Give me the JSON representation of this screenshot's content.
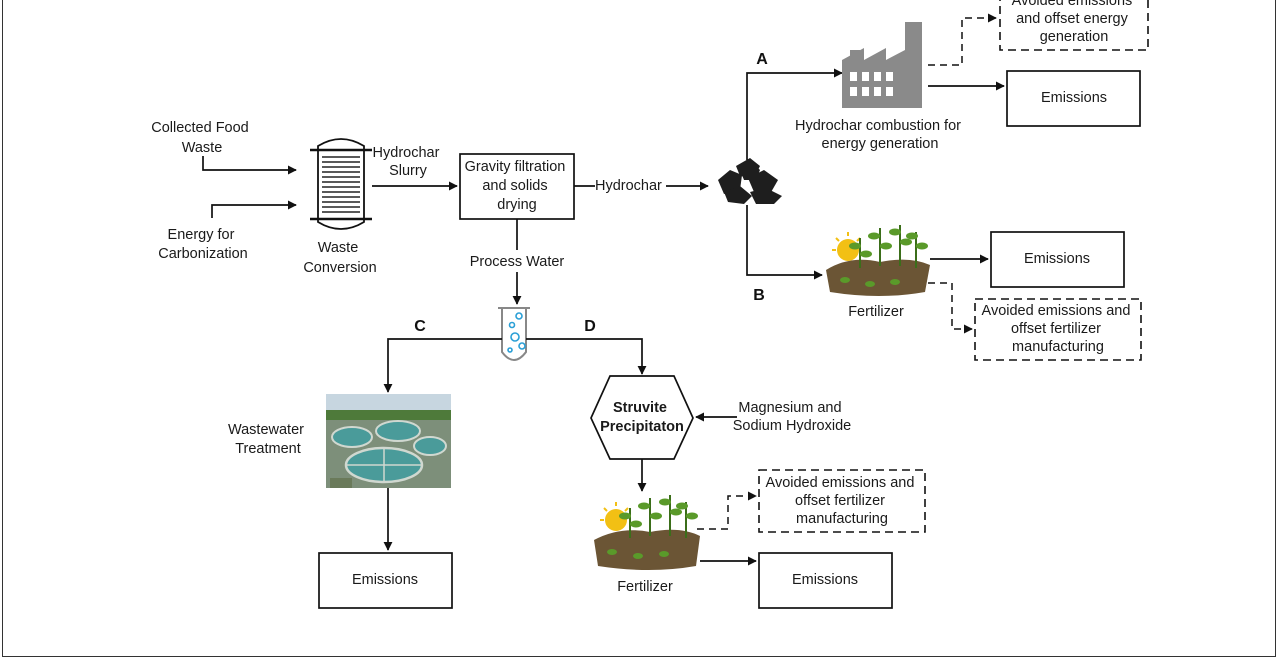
{
  "inputs": {
    "food_waste": [
      "Collected Food",
      "Waste"
    ],
    "energy": [
      "Energy for",
      "Carbonization"
    ],
    "magnesium": [
      "Magnesium and",
      "Sodium Hydroxide"
    ]
  },
  "reactor": {
    "caption": [
      "Waste",
      "Conversion"
    ],
    "slurry": [
      "Hydrochar",
      "Slurry"
    ]
  },
  "filtration": [
    "Gravity filtration",
    "and solids",
    "drying"
  ],
  "hydrochar_label": "Hydrochar",
  "process_water_label": "Process Water",
  "path_labels": {
    "a": "A",
    "b": "B",
    "c": "C",
    "d": "D"
  },
  "combustion": {
    "caption": [
      "Hydrochar combustion for",
      "energy generation"
    ],
    "avoided": [
      "Avoided emissions",
      "and offset energy",
      "generation"
    ],
    "emissions": "Emissions"
  },
  "fertilizer_b": {
    "caption": "Fertilizer",
    "emissions": "Emissions",
    "avoided": [
      "Avoided emissions and",
      "offset fertilizer",
      "manufacturing"
    ]
  },
  "wastewater": {
    "caption": [
      "Wastewater",
      "Treatment"
    ],
    "emissions": "Emissions"
  },
  "struvite": {
    "label": [
      "Struvite",
      "Precipitaton"
    ]
  },
  "fertilizer_d": {
    "caption": "Fertilizer",
    "emissions": "Emissions",
    "avoided": [
      "Avoided emissions  and",
      "offset fertilizer",
      "manufacturing"
    ]
  },
  "colors": {
    "factory": "#8a8a8a",
    "coal": "#1e1e1e",
    "water_plant": "#4a9b9a",
    "tube_bubble": "#2a9fd6",
    "plant_leaf": "#5a9a2a",
    "soil": "#6b5535",
    "sun": "#f2c014"
  }
}
